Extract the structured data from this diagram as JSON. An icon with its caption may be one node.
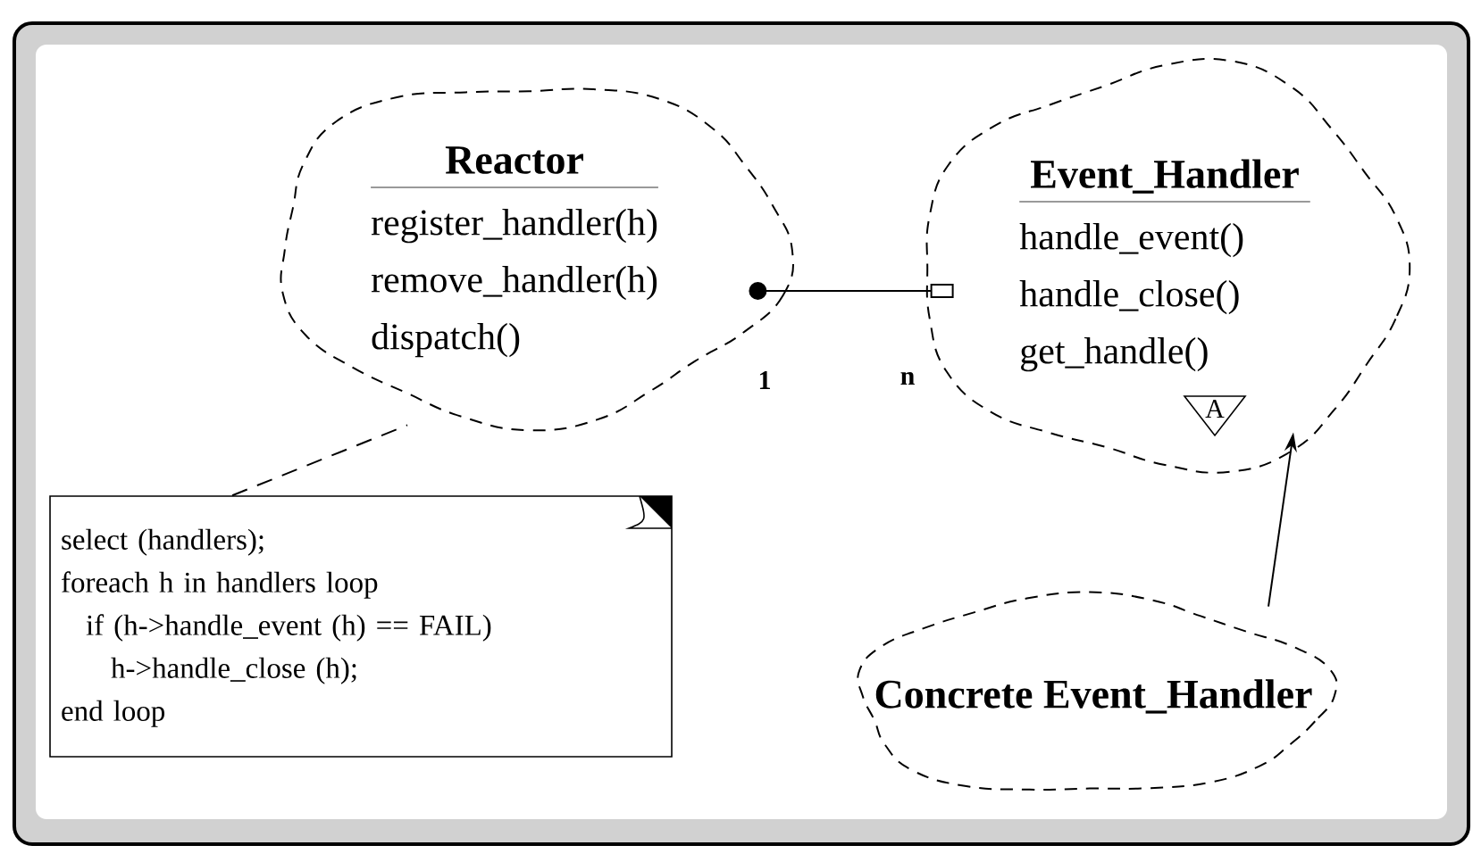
{
  "diagram": {
    "nodes": [
      {
        "text": [
          "Reactor",
          "register_handler(h)",
          "remove_handler(h)",
          "dispatch()"
        ]
      },
      {
        "text": [
          "Event_Handler",
          "handle_event()",
          "handle_close()",
          "get_handle()"
        ]
      },
      {
        "text": [
          "Concrete Event_Handler"
        ]
      },
      {
        "text": [
          "select (handlers);",
          "foreach h in handlers loop",
          "if (h->handle_event (h) == FAIL)",
          "h->handle_close (h);",
          "end loop"
        ]
      }
    ],
    "edges": [
      {
        "from": 0,
        "to": 1,
        "arrow": "other"
      },
      {
        "from": 2,
        "to": 1,
        "arrow": "to"
      },
      {
        "from": 3,
        "to": 0,
        "arrow": "none",
        "style": "dashed"
      }
    ],
    "labels": [
      "1",
      "n",
      "A"
    ]
  }
}
